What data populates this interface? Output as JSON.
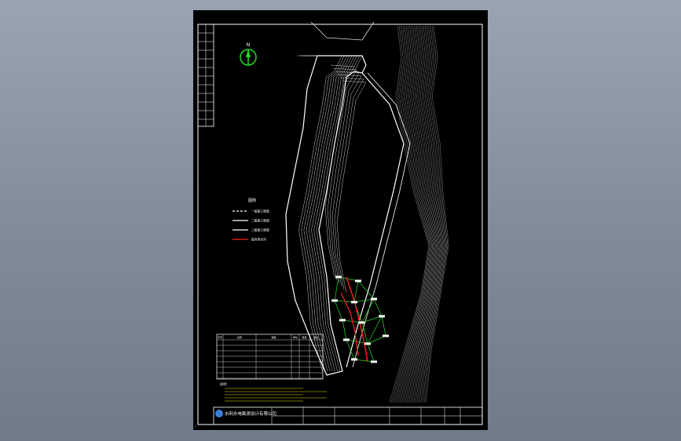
{
  "drawing": {
    "north_label": "N",
    "legend_title": "图例",
    "legend": [
      {
        "label": "一级施工便道",
        "color": "#ffffff",
        "dashed": true
      },
      {
        "label": "二级施工便道",
        "color": "#ffffff",
        "dashed": false
      },
      {
        "label": "三级施工便道",
        "color": "#ffffff",
        "dashed": false
      },
      {
        "label": "临时排水沟",
        "color": "#ff2020",
        "dashed": false
      }
    ],
    "table_header": [
      "序号",
      "名称",
      "规格",
      "单位",
      "数量",
      "备注"
    ],
    "table_rows": 8,
    "notes_title": "说明:",
    "company": "水利水电勘测设计有限公司",
    "colors": {
      "background": "#000000",
      "contour": "#c8c8c8",
      "frame": "#ffffff",
      "accent_green": "#22dd22",
      "accent_red": "#ff2020"
    }
  }
}
